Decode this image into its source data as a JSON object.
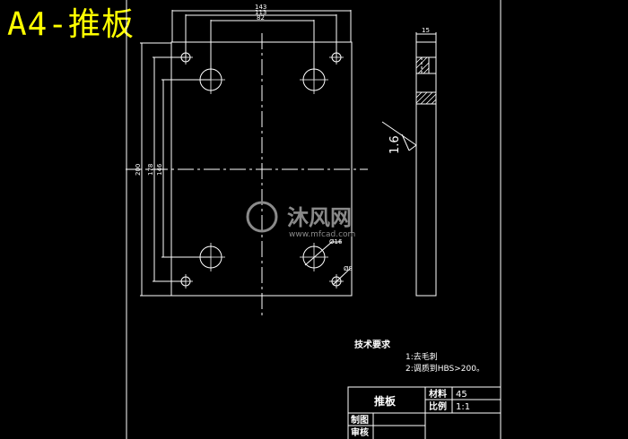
{
  "title": "A4-推板",
  "dimensions": {
    "top_outer": "143",
    "top_middle": "113",
    "top_inner": "82",
    "left_outer": "200",
    "left_middle": "178",
    "left_inner": "146",
    "hole_large": "Ø16",
    "hole_small": "Ø8",
    "side_thickness": "15"
  },
  "roughness": "1.6",
  "watermark": {
    "brand": "沐风网",
    "url": "www.mfcad.com"
  },
  "tech_requirements": {
    "heading": "技术要求",
    "items": [
      "1:去毛刺",
      "2:调质到HBS>200。"
    ]
  },
  "title_block": {
    "part_name": "推板",
    "material_label": "材料",
    "material_value": "45",
    "scale_label": "比例",
    "scale_value": "1:1",
    "drawn_label": "制图",
    "checked_label": "审核"
  },
  "colors": {
    "background": "#000000",
    "lines": "#ffffff",
    "title": "#ffff00"
  }
}
